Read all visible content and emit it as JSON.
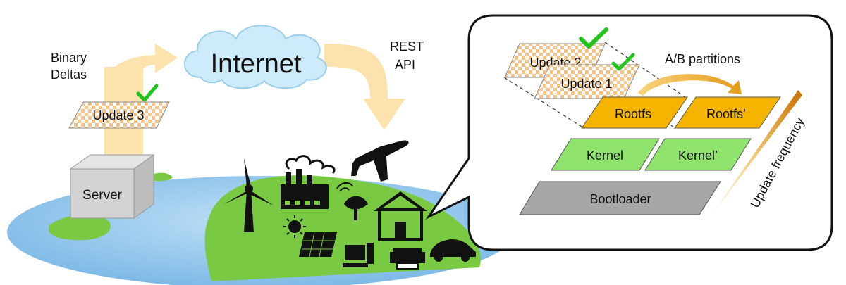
{
  "left": {
    "binary_deltas": [
      "Binary",
      "Deltas"
    ],
    "internet": "Internet",
    "rest_api": [
      "REST",
      "API"
    ],
    "update3": "Update 3",
    "server": "Server"
  },
  "callout": {
    "update2": "Update 2",
    "update1": "Update 1",
    "ab_partitions": "A/B partitions",
    "rootfs": "Rootfs",
    "rootfs_b": "Rootfs’",
    "kernel": "Kernel",
    "kernel_b": "Kernel’",
    "bootloader": "Bootloader",
    "update_frequency": "Update frequency"
  },
  "colors": {
    "arrow_fill": "#FCE3AE",
    "ocean": "#8FC4EA",
    "land": "#7AC943",
    "rootfs": "#F5B400",
    "kernel": "#8FE36C",
    "bootloader": "#A6A6A6",
    "checkmark": "#22C41E",
    "checker": "#F3C38A"
  }
}
